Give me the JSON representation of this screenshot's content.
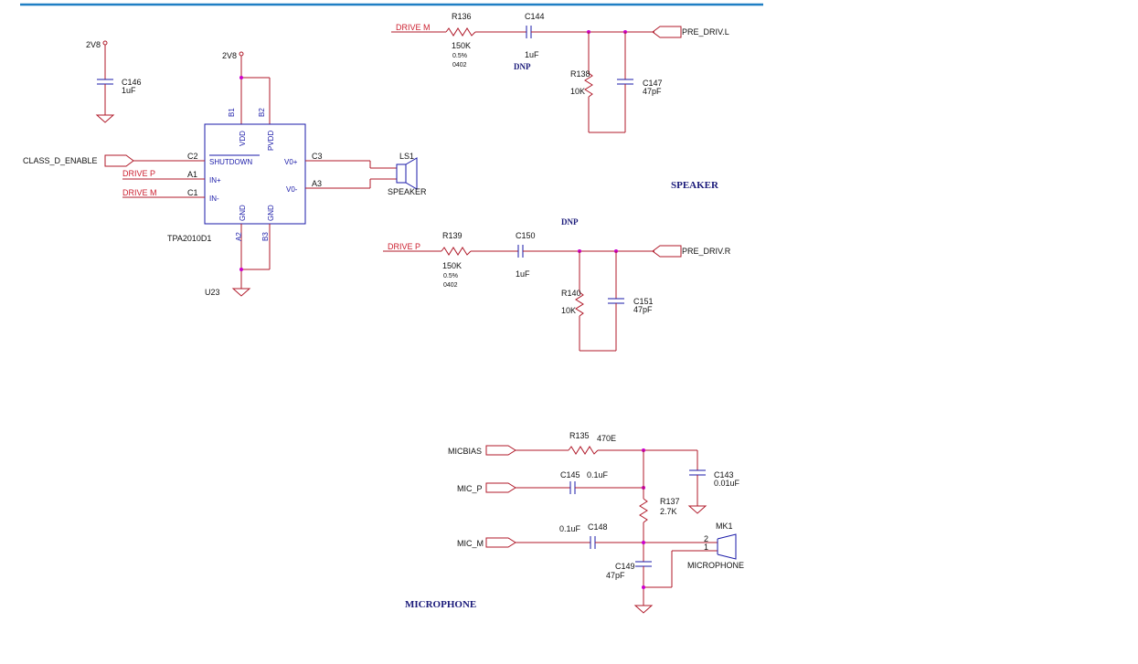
{
  "header_line_color": "#1f7fc4",
  "colors": {
    "wire": "#b01a2a",
    "component": "#1a1aa8",
    "junction": "#cc00cc",
    "net_label": "#cc1f2f",
    "section_title": "#1a1a7a"
  },
  "power": {
    "rail_2v8_a": "2V8",
    "rail_2v8_b": "2V8"
  },
  "amp": {
    "refdes": "U23",
    "part": "TPA2010D1",
    "pin_vdd": "VDD",
    "pin_pvdd": "PVDD",
    "pin_shutdown": "SHUTDOWN",
    "pin_inp": "IN+",
    "pin_inm": "IN-",
    "pin_vop": "V0+",
    "pin_vom": "V0-",
    "pin_gnd1": "GND",
    "pin_gnd2": "GND",
    "pin_b1": "B1",
    "pin_b2": "B2",
    "pin_c2": "C2",
    "pin_a1": "A1",
    "pin_c1": "C1",
    "pin_c3": "C3",
    "pin_a3": "A3",
    "pin_a2": "A2",
    "pin_b3": "B3"
  },
  "nets": {
    "class_d_enable": "CLASS_D_ENABLE",
    "drive_p": "DRIVE P",
    "drive_m": "DRIVE M",
    "drive_m_top": "DRIVE M",
    "drive_p_mid": "DRIVE P",
    "pre_driv_l": "PRE_DRIV.L",
    "pre_driv_r": "PRE_DRIV.R",
    "micbias": "MICBIAS",
    "mic_p": "MIC_P",
    "mic_m": "MIC_M"
  },
  "parts": {
    "c146_ref": "C146",
    "c146_val": "1uF",
    "ls1_ref": "LS1",
    "ls1_val": "SPEAKER",
    "r136_ref": "R136",
    "r136_val": "150K",
    "r136_tol": "0.5%",
    "r136_pkg": "0402",
    "c144_ref": "C144",
    "c144_val": "1uF",
    "dnp_top": "DNP",
    "r138_ref": "R138",
    "r138_val": "10K",
    "c147_ref": "C147",
    "c147_val": "47pF",
    "dnp_mid": "DNP",
    "r139_ref": "R139",
    "r139_val": "150K",
    "r139_tol": "0.5%",
    "r139_pkg": "0402",
    "c150_ref": "C150",
    "c150_val": "1uF",
    "r140_ref": "R140",
    "r140_val": "10K",
    "c151_ref": "C151",
    "c151_val": "47pF",
    "r135_ref": "R135",
    "r135_val": "470E",
    "c143_ref": "C143",
    "c143_val": "0.01uF",
    "c145_ref": "C145",
    "c145_val": "0.1uF",
    "r137_ref": "R137",
    "r137_val": "2.7K",
    "c148_ref": "C148",
    "c148_val": "0.1uF",
    "c149_ref": "C149",
    "c149_val": "47pF",
    "mk1_ref": "MK1",
    "mk1_val": "MICROPHONE",
    "mk1_pin2": "2",
    "mk1_pin1": "1"
  },
  "sections": {
    "speaker": "SPEAKER",
    "microphone": "MICROPHONE"
  }
}
